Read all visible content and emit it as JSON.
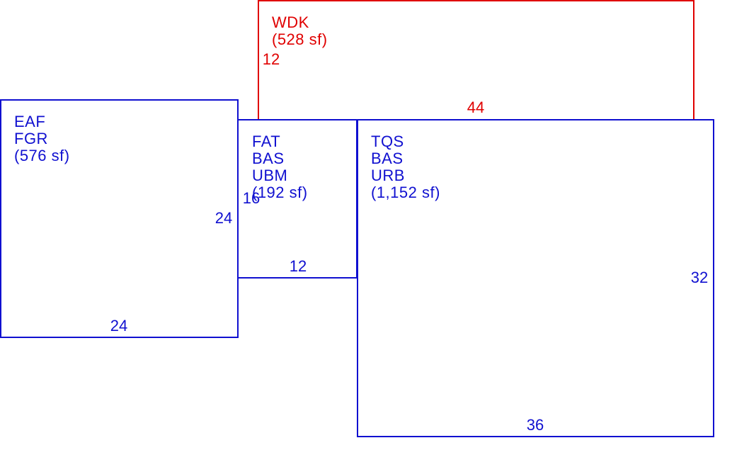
{
  "colors": {
    "wood_deck": "#e00000",
    "building": "#1010d0",
    "background": "#ffffff"
  },
  "areas": {
    "wdk": {
      "codes": [
        "WDK"
      ],
      "area_label": "(528 sf)",
      "dims": {
        "side": "12",
        "length": "44"
      }
    },
    "eaf": {
      "codes": [
        "EAF",
        "FGR"
      ],
      "area_label": "(576 sf)",
      "dims": {
        "side": "24",
        "length": "24"
      }
    },
    "fat": {
      "codes": [
        "FAT",
        "BAS",
        "UBM"
      ],
      "area_label": "(192 sf)",
      "dims": {
        "side": "16",
        "length": "12"
      }
    },
    "tqs": {
      "codes": [
        "TQS",
        "BAS",
        "URB"
      ],
      "area_label": "(1,152 sf)",
      "dims": {
        "side": "32",
        "length": "36"
      }
    }
  }
}
